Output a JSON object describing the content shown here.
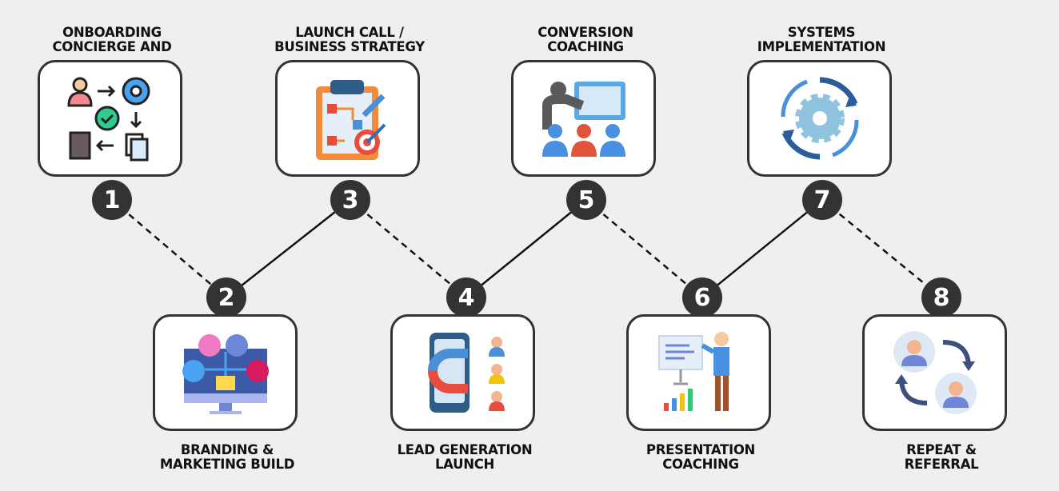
{
  "steps": [
    {
      "number": "1",
      "title_line1": "ONBOARDING",
      "title_line2": "CONCIERGE AND",
      "icon": "onboarding-workflow-icon"
    },
    {
      "number": "2",
      "title_line1": "BRANDING &",
      "title_line2": "MARKETING BUILD",
      "icon": "social-media-monitor-icon"
    },
    {
      "number": "3",
      "title_line1": "LAUNCH CALL /",
      "title_line2": "BUSINESS STRATEGY",
      "icon": "strategy-clipboard-icon"
    },
    {
      "number": "4",
      "title_line1": "LEAD GENERATION",
      "title_line2": "LAUNCH",
      "icon": "lead-magnet-icon"
    },
    {
      "number": "5",
      "title_line1": "CONVERSION",
      "title_line2": "COACHING",
      "icon": "coaching-board-icon"
    },
    {
      "number": "6",
      "title_line1": "PRESENTATION",
      "title_line2": "COACHING",
      "icon": "presentation-chart-icon"
    },
    {
      "number": "7",
      "title_line1": "SYSTEMS",
      "title_line2": "IMPLEMENTATION",
      "icon": "gear-cycle-icon"
    },
    {
      "number": "8",
      "title_line1": "REPEAT &",
      "title_line2": "REFERRAL",
      "icon": "referral-cycle-icon"
    }
  ],
  "connectors": [
    "dashed",
    "solid",
    "dashed",
    "solid",
    "dashed",
    "solid",
    "dashed"
  ],
  "colors": {
    "background": "#efefef",
    "circle": "#333333",
    "border": "#333333"
  }
}
